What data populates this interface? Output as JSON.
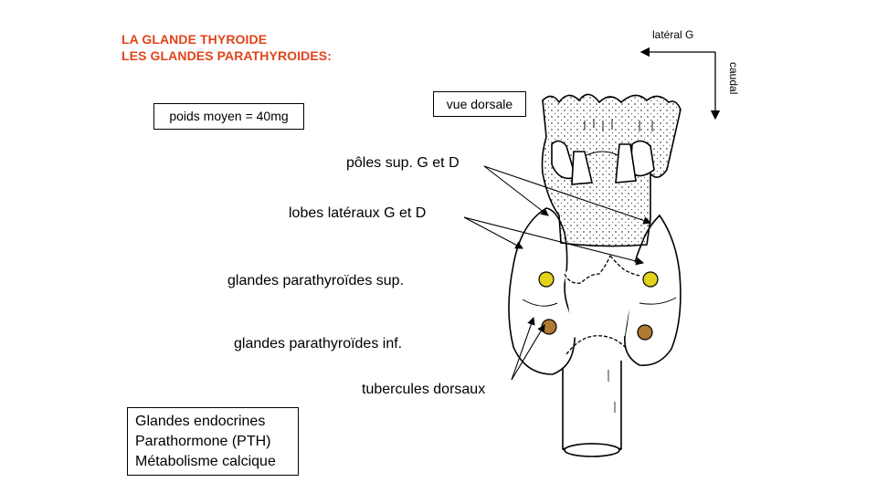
{
  "title": {
    "line1": "LA GLANDE THYROIDE",
    "line2": "LES GLANDES PARATHYROIDES:"
  },
  "weight_box": "poids moyen = 40mg",
  "view_box": "vue  dorsale",
  "orientation": {
    "lateral": "latéral G",
    "caudal": "caudal"
  },
  "labels": {
    "poles": "pôles sup. G et D",
    "lobes": "lobes latéraux G et D",
    "para_sup": "glandes parathyroïdes sup.",
    "para_inf": "glandes parathyroïdes inf.",
    "tubercles": "tubercules dorsaux"
  },
  "info_box": [
    "Glandes endocrines",
    "Parathormone (PTH)",
    "Métabolisme calcique"
  ],
  "colors": {
    "title": "#e0441a",
    "para_sup": "#e3d21a",
    "para_inf": "#b07a30"
  }
}
